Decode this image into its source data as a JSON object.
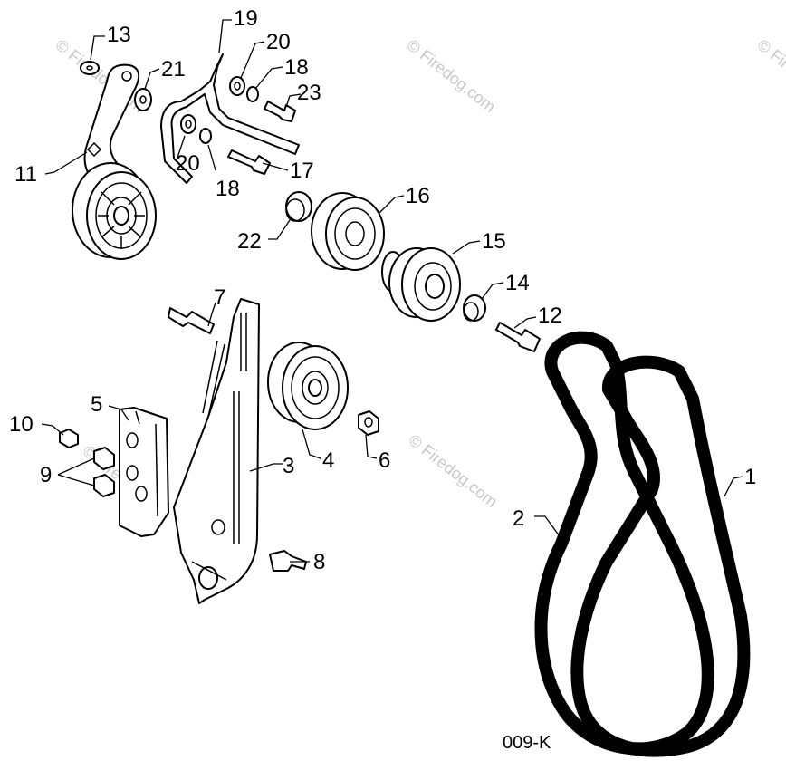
{
  "watermark": {
    "text": "© Firedog.com",
    "color": "#c8c8c8"
  },
  "figure_code": "009-K",
  "callouts": [
    {
      "id": "c1",
      "label": "1"
    },
    {
      "id": "c2",
      "label": "2"
    },
    {
      "id": "c3",
      "label": "3"
    },
    {
      "id": "c4",
      "label": "4"
    },
    {
      "id": "c5",
      "label": "5"
    },
    {
      "id": "c6",
      "label": "6"
    },
    {
      "id": "c7",
      "label": "7"
    },
    {
      "id": "c8",
      "label": "8"
    },
    {
      "id": "c9",
      "label": "9"
    },
    {
      "id": "c10",
      "label": "10"
    },
    {
      "id": "c11",
      "label": "11"
    },
    {
      "id": "c12",
      "label": "12"
    },
    {
      "id": "c13",
      "label": "13"
    },
    {
      "id": "c14",
      "label": "14"
    },
    {
      "id": "c15",
      "label": "15"
    },
    {
      "id": "c16",
      "label": "16"
    },
    {
      "id": "c17",
      "label": "17"
    },
    {
      "id": "c18a",
      "label": "18"
    },
    {
      "id": "c18b",
      "label": "18"
    },
    {
      "id": "c19",
      "label": "19"
    },
    {
      "id": "c20a",
      "label": "20"
    },
    {
      "id": "c20b",
      "label": "20"
    },
    {
      "id": "c21",
      "label": "21"
    },
    {
      "id": "c22",
      "label": "22"
    },
    {
      "id": "c23",
      "label": "23"
    }
  ]
}
